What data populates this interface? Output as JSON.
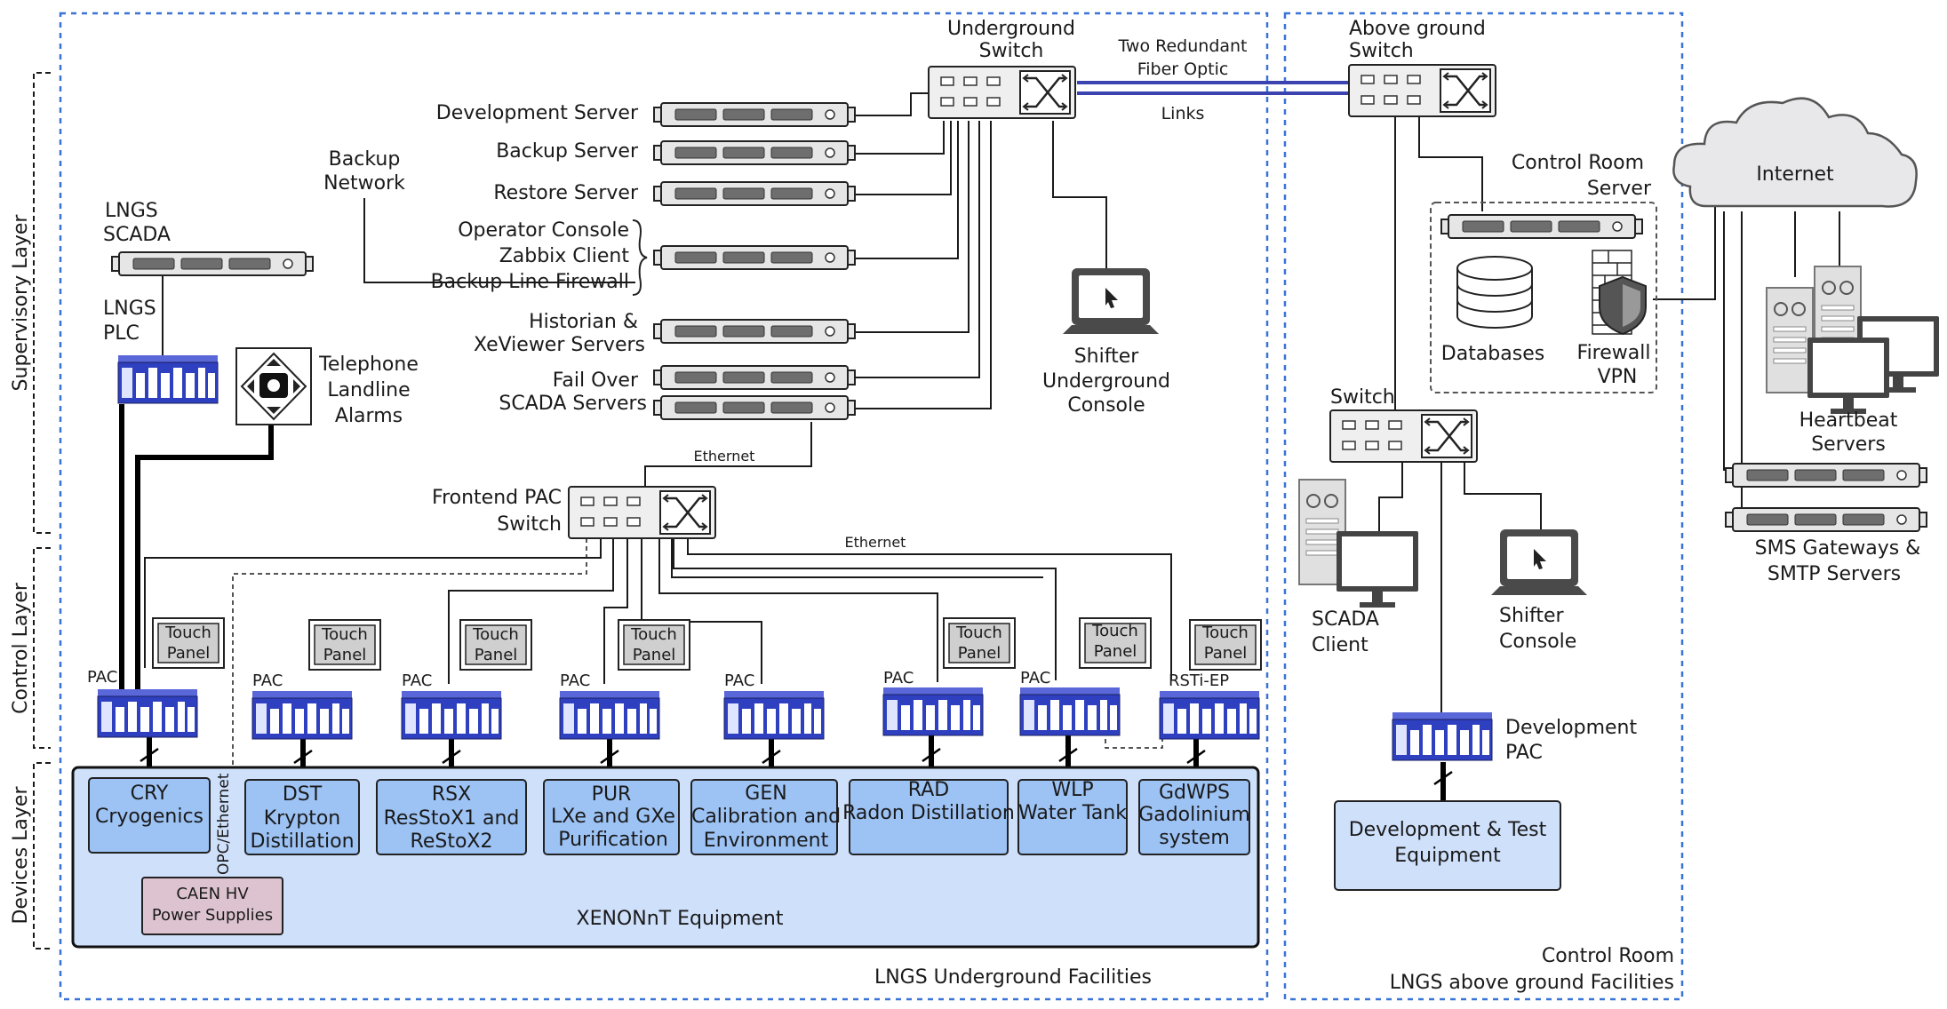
{
  "regions": {
    "underground": "LNGS Underground Facilities",
    "control_room": "Control Room",
    "above_ground": "LNGS above ground Facilities"
  },
  "layers": {
    "supervisory": "Supervisory Layer",
    "control": "Control Layer",
    "devices": "Devices Layer"
  },
  "switches": {
    "underground": [
      "Underground",
      "Switch"
    ],
    "above_ground": [
      "Above ground",
      "Switch"
    ],
    "frontend": [
      "Frontend PAC",
      "Switch"
    ],
    "control_room": "Switch"
  },
  "fiber": {
    "line1": "Two Redundant",
    "line2": "Fiber Optic",
    "line3": "Links"
  },
  "servers": {
    "development": "Development  Server",
    "backup": "Backup Server",
    "restore": "Restore Server",
    "operator_console": "Operator Console",
    "zabbix": "Zabbix Client",
    "backup_firewall": "Backup Line Firewall",
    "historian_1": "Historian &",
    "historian_2": "XeViewer Servers",
    "failover_1": "Fail Over",
    "failover_2": "SCADA Servers"
  },
  "backup_network": [
    "Backup",
    "Network"
  ],
  "lngs_scada": [
    "LNGS",
    "SCADA"
  ],
  "lngs_plc": [
    "LNGS",
    "PLC"
  ],
  "telephone": [
    "Telephone",
    "Landline",
    "Alarms"
  ],
  "shifter_underground": [
    "Shifter",
    "Underground",
    "Console"
  ],
  "ethernet": "Ethernet",
  "pac": "PAC",
  "rsti": "RSTi-EP",
  "touch_panel": [
    "Touch",
    "Panel"
  ],
  "opc_ethernet": "OPC/Ethernet",
  "devices": [
    {
      "lines": [
        "CRY",
        "Cryogenics"
      ]
    },
    {
      "lines": [
        "DST",
        "Krypton",
        "Distillation"
      ]
    },
    {
      "lines": [
        "RSX",
        "ResStoX1 and",
        "ReStoX2"
      ]
    },
    {
      "lines": [
        "PUR",
        "LXe and GXe",
        "Purification"
      ]
    },
    {
      "lines": [
        "GEN",
        "Calibration and",
        "Environment"
      ]
    },
    {
      "lines": [
        "RAD",
        "Radon Distillation"
      ]
    },
    {
      "lines": [
        "WLP",
        "Water Tank"
      ]
    },
    {
      "lines": [
        "GdWPS",
        "Gadolinium",
        "system"
      ]
    }
  ],
  "caen": [
    "CAEN HV",
    "Power Supplies"
  ],
  "xenon_equipment": "XENONnT Equipment",
  "control_room_server": [
    "Control Room",
    "Server"
  ],
  "databases": "Databases",
  "firewall": [
    "Firewall",
    "VPN"
  ],
  "scada_client": [
    "SCADA",
    "Client"
  ],
  "shifter_console": [
    "Shifter",
    "Console"
  ],
  "development_pac": [
    "Development",
    "PAC"
  ],
  "dev_test": [
    "Development & Test",
    "Equipment"
  ],
  "internet": "Internet",
  "heartbeat": [
    "Heartbeat",
    "Servers"
  ],
  "sms": [
    "SMS Gateways &",
    "SMTP Servers"
  ],
  "colors": {
    "region_border": "#3a73d6",
    "device_box": "#9dc3f5",
    "equipment_area": "#cfe0fb",
    "pac_module": "#2e3fbf",
    "fiber": "#3a43b0",
    "caen_box": "#dcc3cf"
  }
}
